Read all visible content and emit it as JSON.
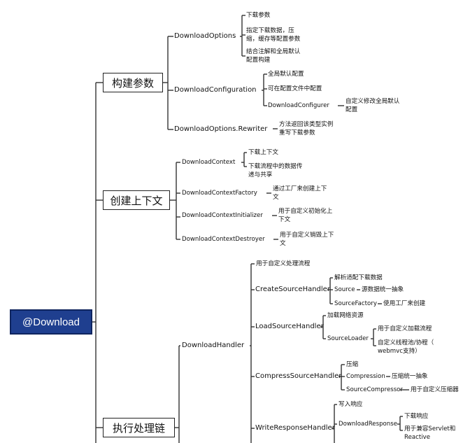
{
  "root": {
    "label": "@Download"
  },
  "build": {
    "label": "构建参数",
    "options": {
      "label": "DownloadOptions",
      "notes": [
        "下载参数",
        "指定下载数据，压",
        "缩，缓存等配置参数",
        "结合注解和全局默认",
        "配置构建"
      ]
    },
    "configuration": {
      "label": "DownloadConfiguration",
      "notes": [
        "全局默认配置",
        "可在配置文件中配置"
      ],
      "configurer": {
        "label": "DownloadConfigurer",
        "notes": [
          "自定义修改全局默认",
          "配置"
        ]
      }
    },
    "rewriter": {
      "label": "DownloadOptions.Rewriter",
      "notes": [
        "方法返回该类型实例",
        "重写下载参数"
      ]
    }
  },
  "context": {
    "label": "创建上下文",
    "ctx": {
      "label": "DownloadContext",
      "notes": [
        "下载上下文",
        "下载流程中的数据传",
        "递与共享"
      ]
    },
    "factory": {
      "label": "DownloadContextFactory",
      "notes": [
        "通过工厂来创建上下",
        "文"
      ]
    },
    "initializer": {
      "label": "DownloadContextInitializer",
      "notes": [
        "用于自定义初始化上",
        "下文"
      ]
    },
    "destroyer": {
      "label": "DownloadContextDestroyer",
      "notes": [
        "用于自定义销毁上下",
        "文"
      ]
    }
  },
  "chain": {
    "label": "执行处理链",
    "handler": {
      "label": "DownloadHandler",
      "note": "用于自定义处理流程",
      "create": {
        "label": "CreateSourceHandler",
        "note": "解析适配下载数据",
        "source": {
          "label": "Source",
          "note": "源数据统一抽象"
        },
        "factory": {
          "label": "SourceFactory",
          "note": "使用工厂来创建"
        }
      },
      "load": {
        "label": "LoadSourceHandler",
        "note": "加载网络资源",
        "loader": {
          "label": "SourceLoader",
          "notes": [
            "用于自定义加载流程",
            "自定义线程池/协程（",
            "webmvc支持）"
          ]
        }
      },
      "compress": {
        "label": "CompressSourceHandler",
        "note": "压缩",
        "compression": {
          "label": "Compression",
          "note": "压缩统一抽象"
        },
        "compressor": {
          "label": "SourceCompressor",
          "note": "用于自定义压缩器"
        }
      },
      "write": {
        "label": "WriteResponseHandler",
        "note": "写入响应",
        "response": {
          "label": "DownloadResponse",
          "notes": [
            "下载响应",
            "用于兼容Servlet和",
            "Reactive"
          ]
        }
      }
    }
  }
}
